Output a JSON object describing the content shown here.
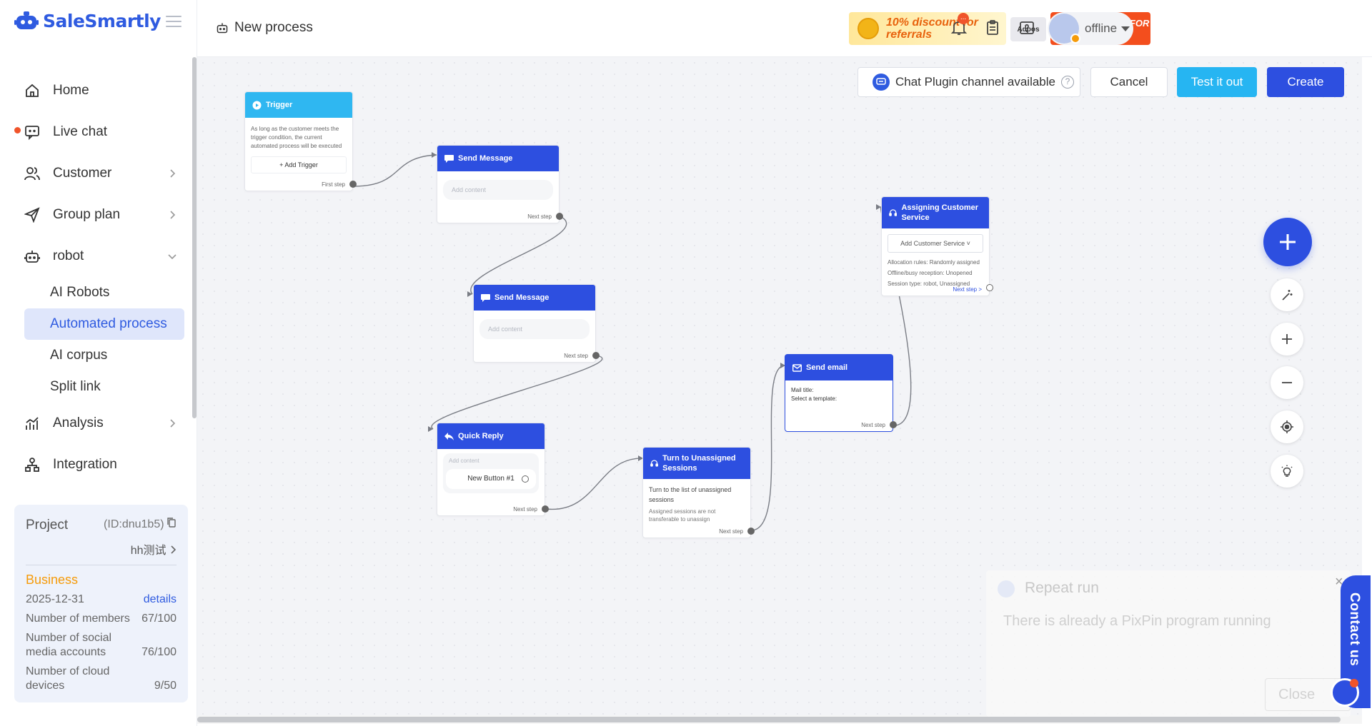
{
  "brand": {
    "name": "SaleSmartly",
    "color": "#2f5be0"
  },
  "header": {
    "title": "New process",
    "promo_discount": "10% discount for referrals",
    "promo_adpos": "Adpos",
    "promo_cards": "VIRTUAL CARDS FOR ADS",
    "notif_count": "...",
    "user_status": "offline"
  },
  "sidebar": {
    "items": [
      {
        "label": "Home",
        "icon": "home-icon"
      },
      {
        "label": "Live chat",
        "icon": "chat-icon"
      },
      {
        "label": "Customer",
        "icon": "customer-icon"
      },
      {
        "label": "Group plan",
        "icon": "send-icon"
      },
      {
        "label": "robot",
        "icon": "robot-icon"
      },
      {
        "label": "Analysis",
        "icon": "analysis-icon"
      },
      {
        "label": "Integration",
        "icon": "integration-icon"
      }
    ],
    "robot_sub": [
      "AI Robots",
      "Automated process",
      "AI corpus",
      "Split link"
    ],
    "active": "Automated process"
  },
  "project": {
    "title": "Project",
    "id": "(ID:dnu1b5)",
    "name": "hh测试",
    "plan": "Business",
    "expiry": "2025-12-31",
    "details_label": "details",
    "stats": [
      {
        "label": "Number of members",
        "value": "67/100"
      },
      {
        "label": "Number of social media accounts",
        "value": "76/100"
      },
      {
        "label": "Number of cloud devices",
        "value": "9/50"
      }
    ]
  },
  "toolbar": {
    "channel_label": "Chat Plugin channel available",
    "help_glyph": "?",
    "cancel_label": "Cancel",
    "test_label": "Test it out",
    "create_label": "Create",
    "accent": "#2d4fe0",
    "test_color": "#26b5f2"
  },
  "nodes": {
    "trigger": {
      "title": "Trigger",
      "desc": "As long as the customer meets the trigger condition, the current automated process will be executed",
      "add_label": "+ Add Trigger",
      "step_label": "First step"
    },
    "send1": {
      "title": "Send Message",
      "placeholder": "Add content",
      "step_label": "Next step"
    },
    "send2": {
      "title": "Send Message",
      "placeholder": "Add content",
      "step_label": "Next step"
    },
    "quick": {
      "title": "Quick Reply",
      "placeholder": "Add content",
      "button_label": "New Button #1",
      "step_label": "Next step"
    },
    "turn": {
      "title": "Turn to Unassigned Sessions",
      "desc": "Turn to the list of unassigned sessions",
      "note": "Assigned sessions are not transferable to unassign",
      "step_label": "Next step"
    },
    "email": {
      "title": "Send email",
      "mail_title": "Mail title:",
      "template": "Select a template:",
      "step_label": "Next step"
    },
    "assign": {
      "title": "Assigning Customer Service",
      "select_label": "Add Customer Service ˅",
      "rule1": "Allocation rules: Randomly assigned",
      "rule2": "Offline/busy reception: Unopened",
      "rule3": "Session type: robot, Unassigned",
      "step_label": "Next step >"
    }
  },
  "overlay": {
    "title": "Repeat run",
    "message": "There is already a PixPin program running",
    "close_label": "Close"
  },
  "contact": {
    "label": "Contact us",
    "close_glyph": "×"
  }
}
